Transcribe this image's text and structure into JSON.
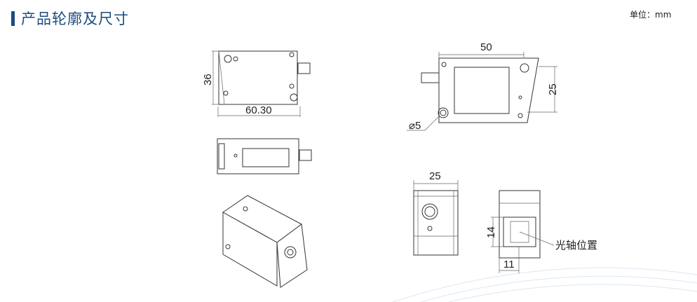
{
  "header": {
    "title": "产品轮廓及尺寸",
    "unit": "单位：mm"
  },
  "dimensions": {
    "side_height": "36",
    "side_width": "60.30",
    "rear_width": "50",
    "rear_height": "25",
    "hole_dia": "⌀5",
    "front_width": "25",
    "window_height": "14",
    "window_width": "11",
    "optical_axis_label": "光轴位置"
  },
  "colors": {
    "accent": "#1d4a80"
  }
}
